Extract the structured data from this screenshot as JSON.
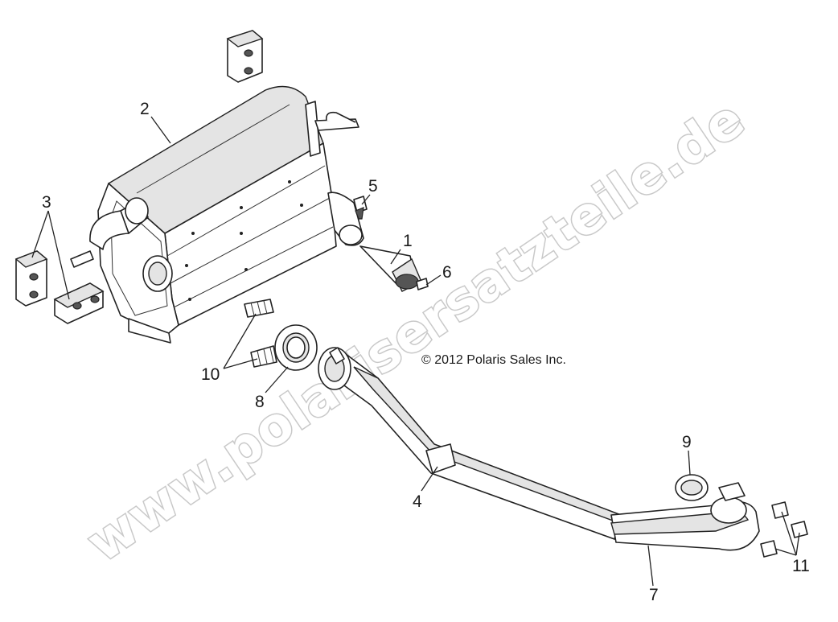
{
  "diagram": {
    "copyright": "© 2012 Polaris Sales Inc.",
    "watermark": "www.polarisersatzteile.de",
    "callouts": {
      "c1": "1",
      "c2": "2",
      "c3": "3",
      "c4": "4",
      "c5": "5",
      "c6": "6",
      "c7": "7",
      "c8": "8",
      "c9": "9",
      "c10": "10",
      "c11": "11"
    },
    "parts": [
      {
        "callout": "1",
        "icon": "spark-arrestor-cone"
      },
      {
        "callout": "2",
        "icon": "muffler"
      },
      {
        "callout": "3",
        "icon": "rubber-isolator-mount"
      },
      {
        "callout": "4",
        "icon": "exhaust-pipe"
      },
      {
        "callout": "5",
        "icon": "bolt"
      },
      {
        "callout": "6",
        "icon": "screw"
      },
      {
        "callout": "7",
        "icon": "head-pipe"
      },
      {
        "callout": "8",
        "icon": "exhaust-seal"
      },
      {
        "callout": "9",
        "icon": "gasket-ring"
      },
      {
        "callout": "10",
        "icon": "exhaust-spring"
      },
      {
        "callout": "11",
        "icon": "flange-bolt"
      }
    ]
  }
}
